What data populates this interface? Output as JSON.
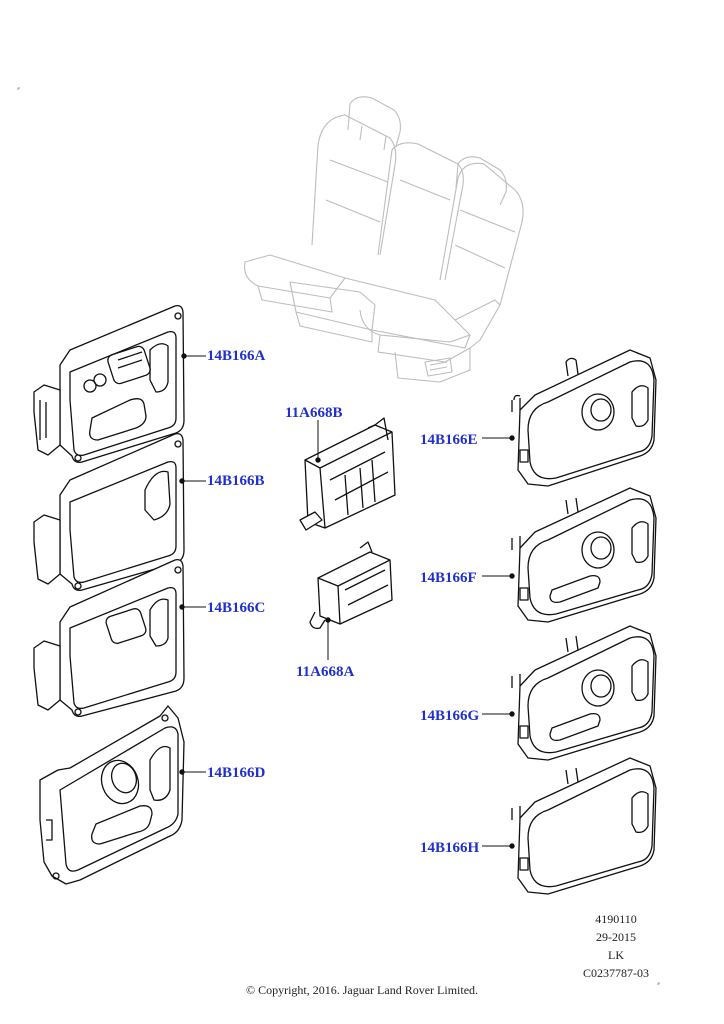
{
  "diagram": {
    "callouts": {
      "a": "14B166A",
      "b": "14B166B",
      "c": "14B166C",
      "d": "14B166D",
      "e": "14B166E",
      "f": "14B166F",
      "g": "14B166G",
      "h": "14B166H",
      "module_b": "11A668B",
      "module_a": "11A668A"
    },
    "meta": {
      "figure_number": "4190110",
      "date": "29-2015",
      "initials": "LK",
      "catalog_code": "C0237787-03"
    },
    "copyright": "© Copyright, 2016. Jaguar Land Rover Limited."
  },
  "colors": {
    "callout_text": "#1f2fd0",
    "line_art": "#111111",
    "ghost_line_art": "#bdbdbd"
  }
}
